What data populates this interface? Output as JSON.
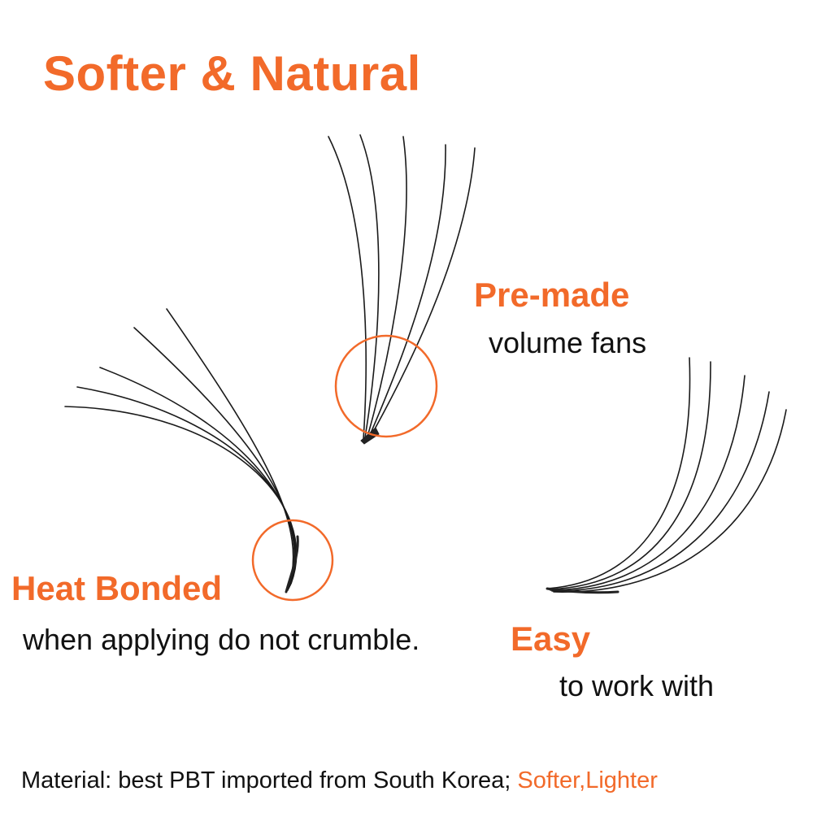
{
  "title": "Softer & Natural",
  "features": [
    {
      "heading": "Pre-made",
      "text": "volume fans"
    },
    {
      "heading": "Heat Bonded",
      "text": "when applying do not crumble."
    },
    {
      "heading": "Easy",
      "text": "to work with"
    }
  ],
  "footer": {
    "text": "Material: best PBT imported from South Korea; ",
    "highlight": "Softer,Lighter"
  },
  "colors": {
    "accent": "#f26a2a",
    "text": "#111111",
    "lash": "#1a1a1a"
  },
  "icons": [
    "lash-fan-top",
    "lash-fan-left",
    "lash-fan-right",
    "highlight-circle"
  ]
}
